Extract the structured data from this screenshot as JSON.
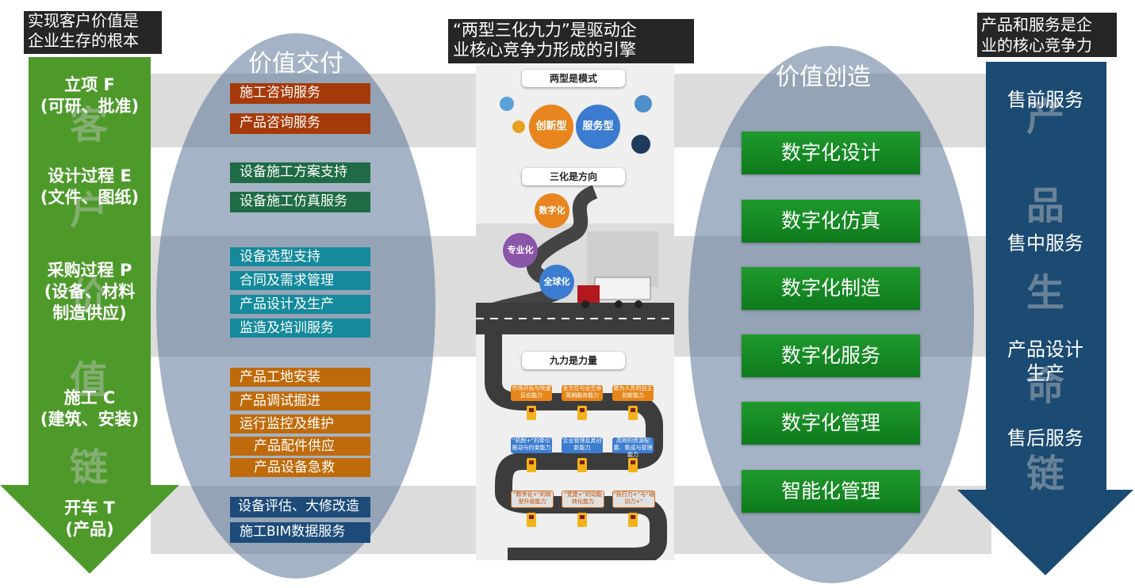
{
  "left_header": {
    "line1": "实现客户价值是",
    "line2": "企业生存的根本"
  },
  "left_arrow_chars": [
    "客",
    "户",
    "价",
    "值",
    "链"
  ],
  "left_stages": [
    {
      "line1": "立项 F",
      "line2": "(可研、批准)"
    },
    {
      "line1": "设计过程 E",
      "line2": "(文件、图纸)"
    },
    {
      "line1": "采购过程 P",
      "line2": "(设备、材料",
      "line3": "制造供应)"
    },
    {
      "line1": "施工 C",
      "line2": "(建筑、安装)"
    },
    {
      "line1": "开车 T",
      "line2": "(产品)"
    }
  ],
  "delivery": {
    "title": "价值交付",
    "items": [
      {
        "label": "施工咨询服务",
        "color": "#a63a0a"
      },
      {
        "label": "产品咨询服务",
        "color": "#a63a0a"
      },
      {
        "label": "设备施工方案支持",
        "color": "#1f6b45"
      },
      {
        "label": "设备施工仿真服务",
        "color": "#1f6b45"
      },
      {
        "label": "设备选型支持",
        "color": "#148a9c"
      },
      {
        "label": "合同及需求管理",
        "color": "#148a9c"
      },
      {
        "label": "产品设计及生产",
        "color": "#148a9c"
      },
      {
        "label": "监造及培训服务",
        "color": "#148a9c"
      },
      {
        "label": "产品工地安装",
        "color": "#c06b0b"
      },
      {
        "label": "产品调试掘进",
        "color": "#c06b0b"
      },
      {
        "label": "运行监控及维护",
        "color": "#c06b0b"
      },
      {
        "label": "产品配件供应",
        "color": "#c06b0b"
      },
      {
        "label": "产品设备急救",
        "color": "#c06b0b"
      },
      {
        "label": "设备评估、大修改造",
        "color": "#1e4c7a"
      },
      {
        "label": "施工BIM数据服务",
        "color": "#1e4c7a"
      }
    ]
  },
  "center_header": {
    "line1": "“两型三化九力”是驱动企",
    "line2": "业核心竞争力形成的引擎"
  },
  "infographic": {
    "section1": "两型是模式",
    "type1": "创新型",
    "type2": "服务型",
    "section2": "三化是方向",
    "dir1": "数字化",
    "dir2": "专业化",
    "dir3": "全球化",
    "section3": "九力是力量",
    "forces_row1": [
      "市场开拓与快速反应能力",
      "全方位与全生命周期服务能力",
      "敢为人先的自主创新能力"
    ],
    "forces_row2": [
      "“机制+”的牵引推动与约束能力",
      "企业管理及其创新能力",
      "高效的资源配置、集成与管理能力"
    ],
    "forces_row3": [
      "“数字化+”的转型升级能力",
      "“党建+”的动能转化能力",
      "“执行力+”与“培训力+”"
    ]
  },
  "creation": {
    "title": "价值创造",
    "items": [
      "数字化设计",
      "数字化仿真",
      "数字化制造",
      "数字化服务",
      "数字化管理",
      "智能化管理"
    ]
  },
  "right_header": {
    "line1": "产品和服务是企",
    "line2": "业的核心竞争力"
  },
  "right_arrow_chars": [
    "产",
    "品",
    "生",
    "命",
    "链"
  ],
  "right_stages": [
    {
      "line1": "售前服务"
    },
    {
      "line1": "售中服务"
    },
    {
      "line1": "产品设计",
      "line2": "生产"
    },
    {
      "line1": "售后服务"
    }
  ],
  "colors": {
    "green_arrow": "#4d9a2a",
    "blue_arrow": "#1b4a72",
    "ellipse": "#5a7496",
    "band": "#dcdcdc",
    "green_button": "#138a25"
  }
}
